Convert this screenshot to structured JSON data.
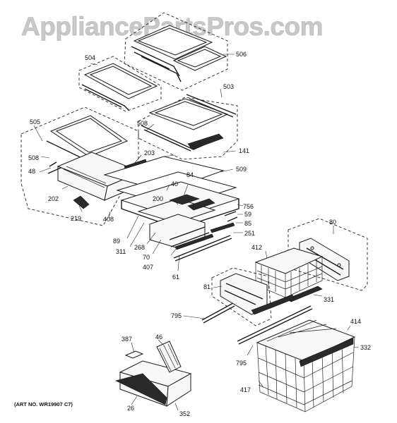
{
  "watermark": "AppliancePartsPros.com",
  "art_number": "(ART NO. WR19907 C7)",
  "labels": {
    "p504": "504",
    "p506": "506",
    "p503": "503",
    "p505": "505",
    "p508a": "508",
    "p508b": "508",
    "p141": "141",
    "p203": "203",
    "p509": "509",
    "p48": "48",
    "p202": "202",
    "p219": "219",
    "p408": "408",
    "p40": "40",
    "p84": "84",
    "p200": "200",
    "p756": "756",
    "p59": "59",
    "p85": "85",
    "p251": "251",
    "p89": "89",
    "p311": "311",
    "p268": "268",
    "p70": "70",
    "p407": "407",
    "p61": "61",
    "p80": "80",
    "p412": "412",
    "p81": "81",
    "p331": "331",
    "p795a": "795",
    "p795b": "795",
    "p414": "414",
    "p332": "332",
    "p417": "417",
    "p387": "387",
    "p46": "46",
    "p26": "26",
    "p352": "352"
  }
}
